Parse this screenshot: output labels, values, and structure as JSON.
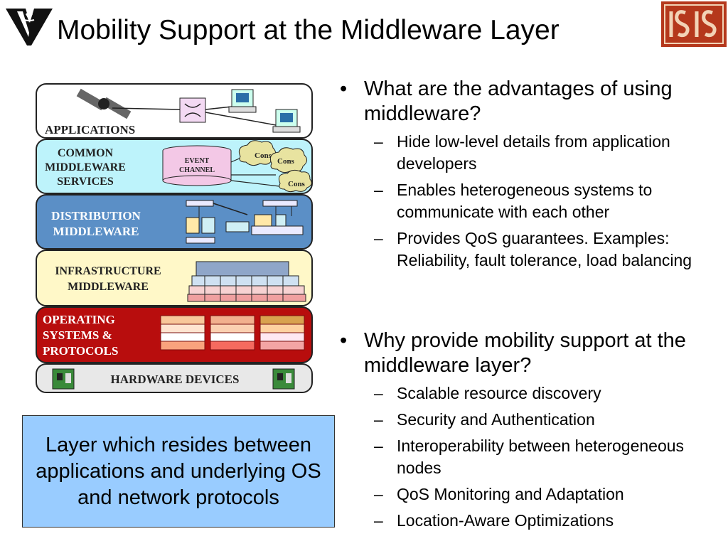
{
  "slide": {
    "title": "Mobility Support at the Middleware Layer"
  },
  "logos": {
    "left": "vanderbilt-v-logo",
    "right": "isis-logo"
  },
  "diagram": {
    "layers": [
      {
        "lines": [
          "APPLICATIONS"
        ],
        "color": "#ffffff"
      },
      {
        "lines": [
          "COMMON",
          "MIDDLEWARE",
          "SERVICES"
        ],
        "color": "#bdf3fb"
      },
      {
        "lines": [
          "DISTRIBUTION",
          "MIDDLEWARE"
        ],
        "color": "#5b8fc6"
      },
      {
        "lines": [
          "INFRASTRUCTURE",
          "MIDDLEWARE"
        ],
        "color": "#fff8c8"
      },
      {
        "lines": [
          "OPERATING",
          "SYSTEMS &",
          "PROTOCOLS"
        ],
        "color": "#b80d0d"
      },
      {
        "lines": [
          "HARDWARE DEVICES"
        ],
        "color": "#e8e8e8"
      }
    ],
    "event_channel": [
      "EVENT",
      "CHANNEL"
    ],
    "cons_label": "Cons"
  },
  "caption": "Layer which resides between applications and underlying OS and network protocols",
  "bullets": [
    {
      "text": "What are the advantages of using middleware?",
      "sub": [
        "Hide low-level details from application developers",
        "Enables heterogeneous systems to communicate with each other",
        "Provides QoS guarantees. Examples: Reliability, fault tolerance, load balancing"
      ]
    },
    {
      "text": "Why provide mobility support at the middleware layer?",
      "sub": [
        "Scalable resource discovery",
        "Security and Authentication",
        "Interoperability between heterogeneous nodes",
        "QoS Monitoring and Adaptation",
        "Location-Aware Optimizations"
      ]
    }
  ],
  "markers": {
    "bullet": "•",
    "dash": "–"
  },
  "colors": {
    "caption_bg": "#99ccff",
    "logo_red": "#b5381c"
  }
}
